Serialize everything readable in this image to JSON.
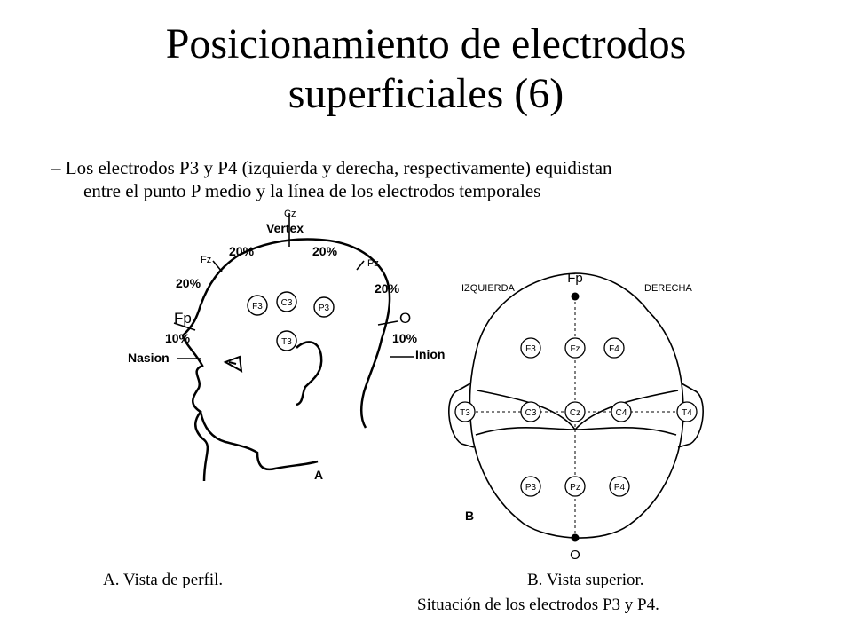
{
  "slide": {
    "title_line1": "Posicionamiento de electrodos",
    "title_line2": "superficiales (6)",
    "bullet_line1": "– Los electrodos P3 y P4 (izquierda y derecha, respectivamente) equidistan",
    "bullet_line2": "entre el punto P medio y la línea de los electrodos temporales"
  },
  "figure_a": {
    "cz": "Cz",
    "vertex": "Vertex",
    "pct_top_left": "20%",
    "pct_top_right": "20%",
    "fz": "Fz",
    "pz": "Pz",
    "pct_left": "20%",
    "pct_right": "20%",
    "fp": "Fp",
    "o": "O",
    "pct_low_left": "10%",
    "pct_low_right": "10%",
    "nasion": "Nasion",
    "inion": "Inion",
    "e_f3": "F3",
    "e_c3": "C3",
    "e_p3": "P3",
    "e_t3": "T3",
    "letter": "A"
  },
  "figure_b": {
    "fp": "Fp",
    "left_side": "IZQUIERDA",
    "right_side": "DERECHA",
    "e_f3": "F3",
    "e_fz": "Fz",
    "e_f4": "F4",
    "e_t3": "T3",
    "e_c3": "C3",
    "e_cz": "Cz",
    "e_c4": "C4",
    "e_t4": "T4",
    "e_p3": "P3",
    "e_pz": "Pz",
    "e_p4": "P4",
    "o": "O",
    "letter": "B"
  },
  "captions": {
    "a": "A.  Vista de perfil.",
    "b1": "B. Vista superior.",
    "b2": "Situación de los electrodos P3 y P4."
  }
}
